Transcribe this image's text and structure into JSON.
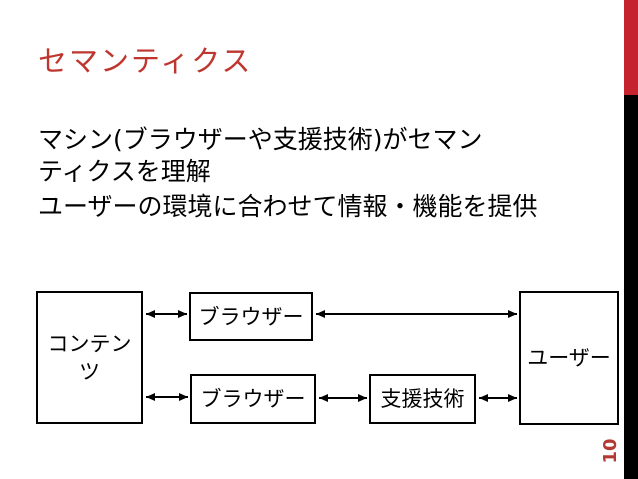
{
  "slide": {
    "title": "セマンティクス",
    "body": {
      "paragraph1_line1": "マシン(ブラウザーや支援技術)がセマン",
      "paragraph1_line2": "ティクスを理解",
      "paragraph2_line1": "ユーザーの環境に合わせて情報・機能を提供"
    },
    "diagram": {
      "content_box_label": "コンテン\nツ",
      "browser_top_box_label": "ブラウザー",
      "browser_bottom_box_label": "ブラウザー",
      "assistive_tech_box_label": "支援技術",
      "user_box_label": "ユーザー"
    },
    "page_number": "10",
    "colors": {
      "title_red": "#BE362D",
      "sidebar_red": "#C5232D",
      "sidebar_black": "#000000",
      "page_number_red": "#B23A32",
      "text_color": "#000000"
    }
  }
}
